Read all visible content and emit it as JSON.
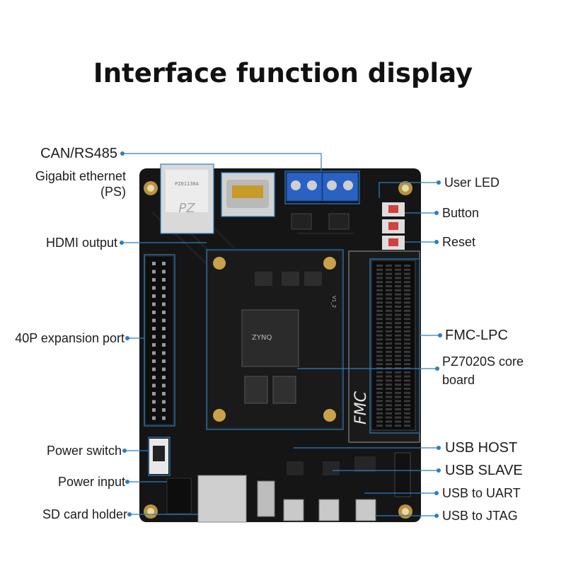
{
  "title": "Interface function display",
  "labels_left": {
    "can_rs485": "CAN/RS485",
    "gigabit_ethernet_line1": "Gigabit ethernet",
    "gigabit_ethernet_line2": "(PS)",
    "hdmi_output": "HDMI output",
    "expansion_port": "40P expansion port",
    "power_switch": "Power switch",
    "power_input": "Power input",
    "sd_card_holder": "SD card holder"
  },
  "labels_right": {
    "user_led": "User LED",
    "button": "Button",
    "reset": "Reset",
    "fmc_lpc": "FMC-LPC",
    "core_board_line1": "PZ7020S core",
    "core_board_line2": "board",
    "usb_host": "USB HOST",
    "usb_slave": "USB SLAVE",
    "usb_to_uart": "USB to UART",
    "usb_to_jtag": "USB to JTAG"
  },
  "board_markings": {
    "fmc_logo": "FMC",
    "soc_text": "ZYNQ",
    "rev": "V1_2",
    "rj45_text": "PZ01130A"
  },
  "colors": {
    "callout": "#2a7fc0",
    "board": "#141414",
    "gold": "#c9a24a",
    "terminal": "#2a62c4"
  }
}
